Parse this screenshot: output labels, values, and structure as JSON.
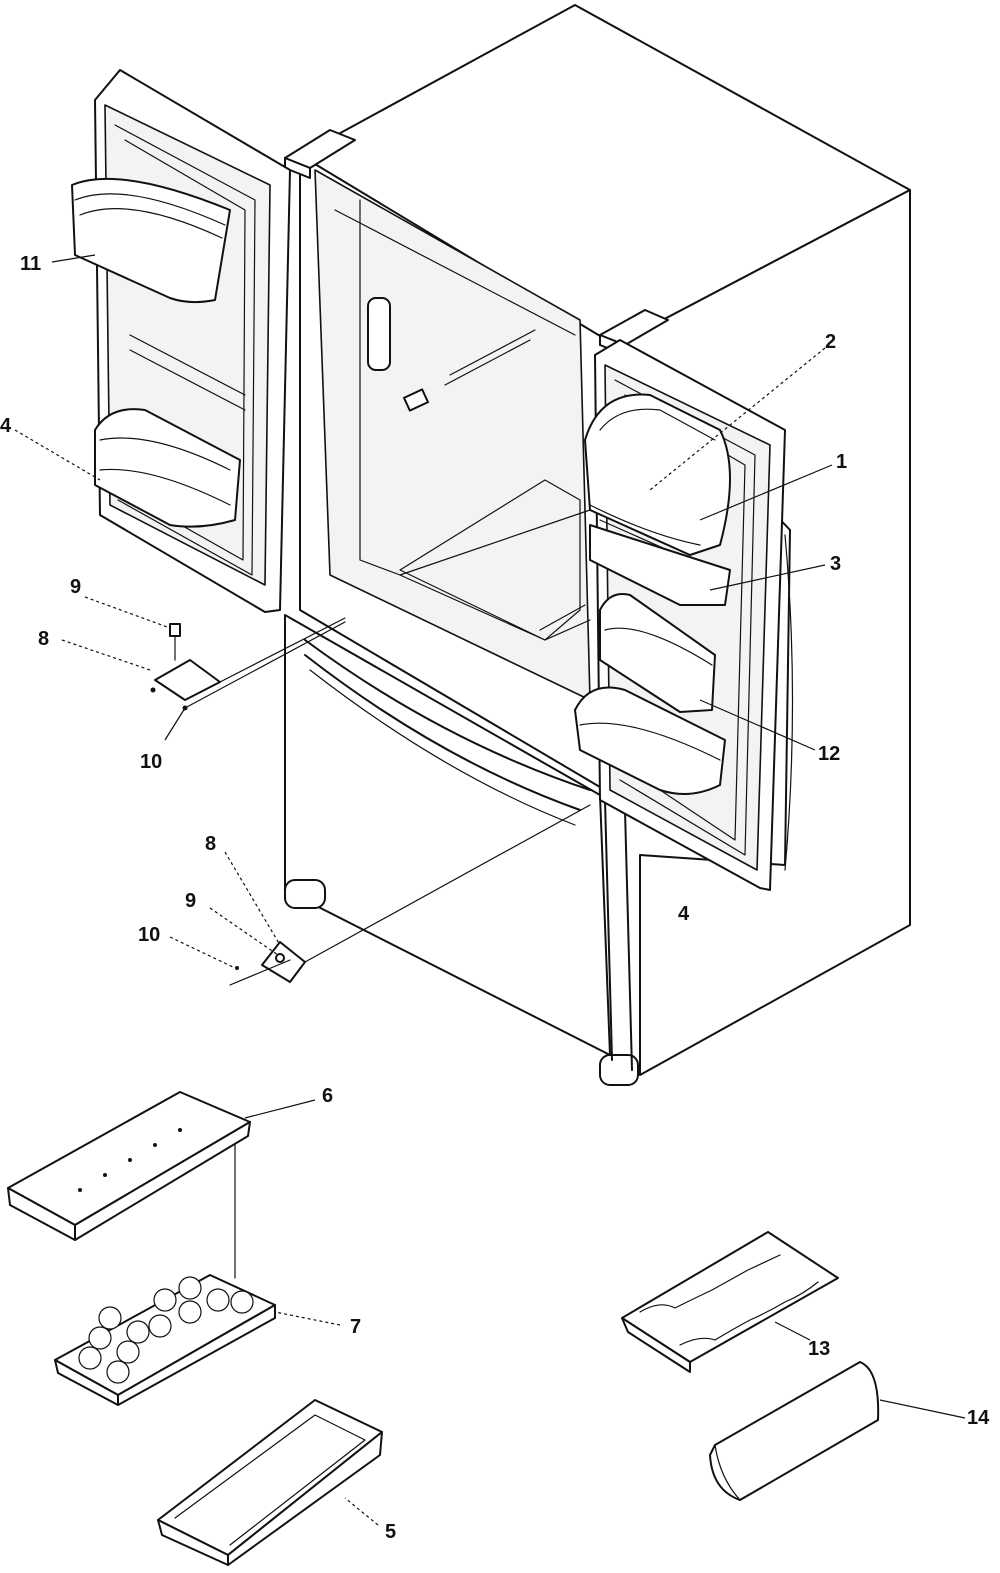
{
  "callouts": [
    {
      "id": "c1",
      "text": "1"
    },
    {
      "id": "c2",
      "text": "2"
    },
    {
      "id": "c3",
      "text": "3"
    },
    {
      "id": "c4a",
      "text": "4"
    },
    {
      "id": "c4b",
      "text": "4"
    },
    {
      "id": "c5",
      "text": "5"
    },
    {
      "id": "c6",
      "text": "6"
    },
    {
      "id": "c7",
      "text": "7"
    },
    {
      "id": "c8a",
      "text": "8"
    },
    {
      "id": "c8b",
      "text": "8"
    },
    {
      "id": "c9a",
      "text": "9"
    },
    {
      "id": "c9b",
      "text": "9"
    },
    {
      "id": "c10a",
      "text": "10"
    },
    {
      "id": "c10b",
      "text": "10"
    },
    {
      "id": "c11",
      "text": "11"
    },
    {
      "id": "c12",
      "text": "12"
    },
    {
      "id": "c13",
      "text": "13"
    },
    {
      "id": "c14",
      "text": "14"
    }
  ],
  "colors": {
    "line": "#111111",
    "background": "#ffffff"
  }
}
